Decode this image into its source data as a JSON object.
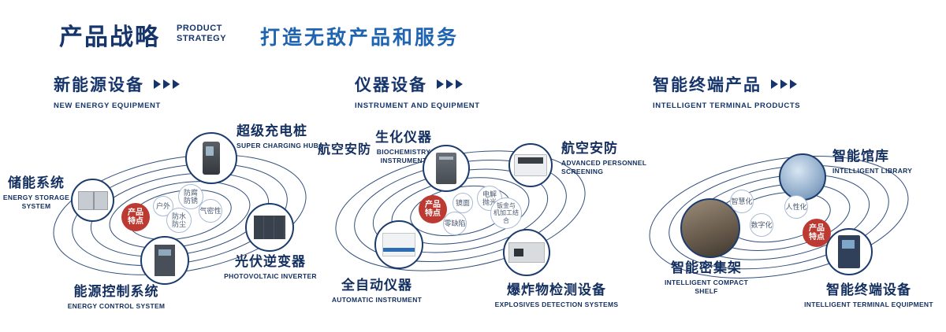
{
  "header": {
    "title": "产品战略",
    "subtitle": "PRODUCT\nSTRATEGY",
    "slogan": "打造无敌产品和服务"
  },
  "colors": {
    "navy": "#16356c",
    "blue": "#1f64b0",
    "red": "#bd3a32"
  },
  "icons": {
    "section_arrow": "chevrons-right-icon"
  },
  "sections": [
    {
      "title": "新能源设备",
      "subtitle": "NEW ENERGY EQUIPMENT",
      "badge": "产品\n特点",
      "features": [
        "户外",
        "防腐\n防锈",
        "气密性",
        "防水\n防尘"
      ],
      "products": [
        {
          "name": "超级充电桩",
          "en": "SUPER CHARGING HUB"
        },
        {
          "name": "储能系统",
          "en": "ENERGY STORAGE\nSYSTEM"
        },
        {
          "name": "光伏逆变器",
          "en": "PHOTOVOLTAIC INVERTER"
        },
        {
          "name": "能源控制系统",
          "en": "ENERGY CONTROL SYSTEM"
        }
      ]
    },
    {
      "title": "仪器设备",
      "subtitle": "INSTRUMENT AND EQUIPMENT",
      "badge": "产品\n特点",
      "extra_label": "航空安防",
      "features": [
        "镜面",
        "电解\n抛光",
        "零缺陷",
        "钣金与\n机加工结合"
      ],
      "products": [
        {
          "name": "生化仪器",
          "en": "BIOCHEMISTRY\nINSTRUMENT"
        },
        {
          "name": "航空安防",
          "en": "ADVANCED PERSONNEL\nSCREENING"
        },
        {
          "name": "全自动仪器",
          "en": "AUTOMATIC INSTRUMENT"
        },
        {
          "name": "爆炸物检测设备",
          "en": "EXPLOSIVES DETECTION SYSTEMS"
        }
      ]
    },
    {
      "title": "智能终端产品",
      "subtitle": "INTELLIGENT TERMINAL PRODUCTS",
      "badge": "产品\n特点",
      "features": [
        "智慧化",
        "人性化",
        "数字化"
      ],
      "products": [
        {
          "name": "智能馆库",
          "en": "INTELLIGENT LIBRARY"
        },
        {
          "name": "智能密集架",
          "en": "INTELLIGENT COMPACT\nSHELF"
        },
        {
          "name": "智能终端设备",
          "en": "INTELLIGENT TERMINAL EQUIPMENT"
        }
      ]
    }
  ]
}
